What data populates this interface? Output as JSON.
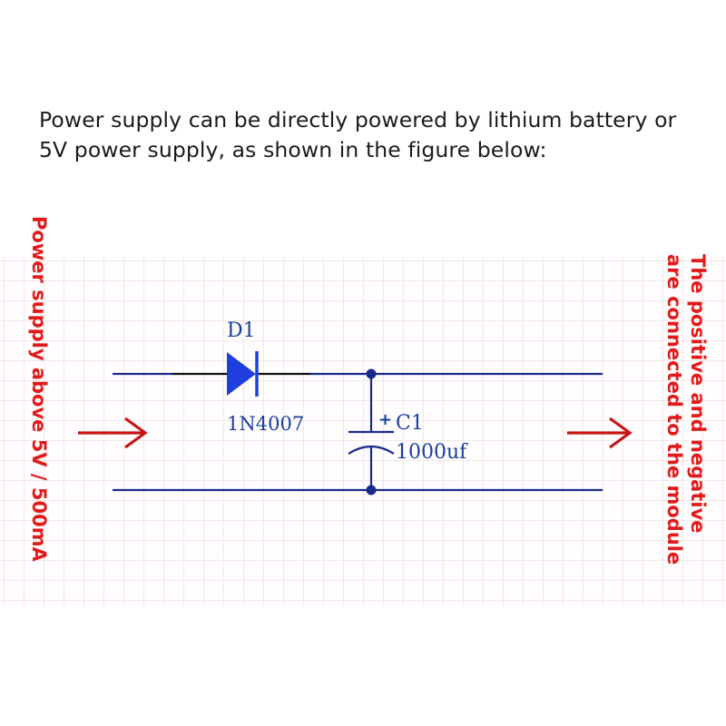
{
  "intro_text": "Power supply can be directly powered by lithium battery or 5V power supply, as shown in the figure below:",
  "left_label": "Power supply above 5V / 500mA",
  "right_label": {
    "line1": "The positive and negative",
    "line2": "are connected to the module"
  },
  "diode": {
    "ref": "D1",
    "part": "1N4007"
  },
  "capacitor": {
    "polarity": "+",
    "ref": "C1",
    "value": "1000uf"
  },
  "colors": {
    "wire": "#1a2a8c",
    "diode_fill": "#1f3fdc",
    "arrow": "#c81414",
    "annotation": "#e11b1b"
  }
}
